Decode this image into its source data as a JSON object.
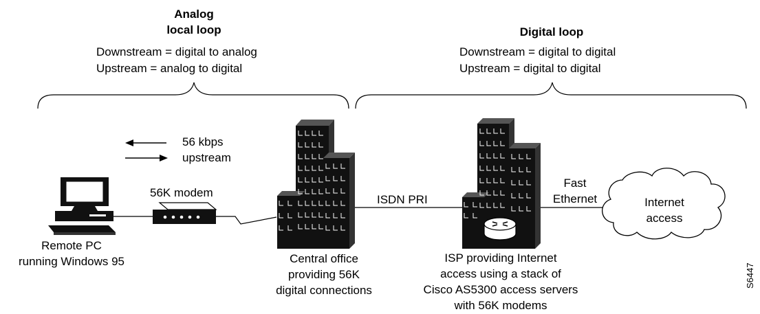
{
  "analog": {
    "title_line1": "Analog",
    "title_line2": "local loop",
    "downstream": "Downstream = digital to analog",
    "upstream": "Upstream = analog to digital"
  },
  "digital": {
    "title": "Digital loop",
    "downstream": "Downstream = digital to digital",
    "upstream": "Upstream = digital to digital"
  },
  "speed": {
    "line1": "56 kbps",
    "line2": "upstream"
  },
  "modem_label": "56K modem",
  "pc_caption": {
    "line1": "Remote PC",
    "line2": "running Windows 95"
  },
  "co_caption": {
    "line1": "Central office",
    "line2": "providing 56K",
    "line3": "digital connections"
  },
  "isdn_label": "ISDN PRI",
  "fast_ethernet": {
    "line1": "Fast",
    "line2": "Ethernet"
  },
  "cloud_label": {
    "line1": "Internet",
    "line2": "access"
  },
  "isp_caption": {
    "line1": "ISP providing Internet",
    "line2": "access using a stack of",
    "line3": "Cisco AS5300 access servers",
    "line4": "with 56K modems"
  },
  "figure_id": "S6447"
}
